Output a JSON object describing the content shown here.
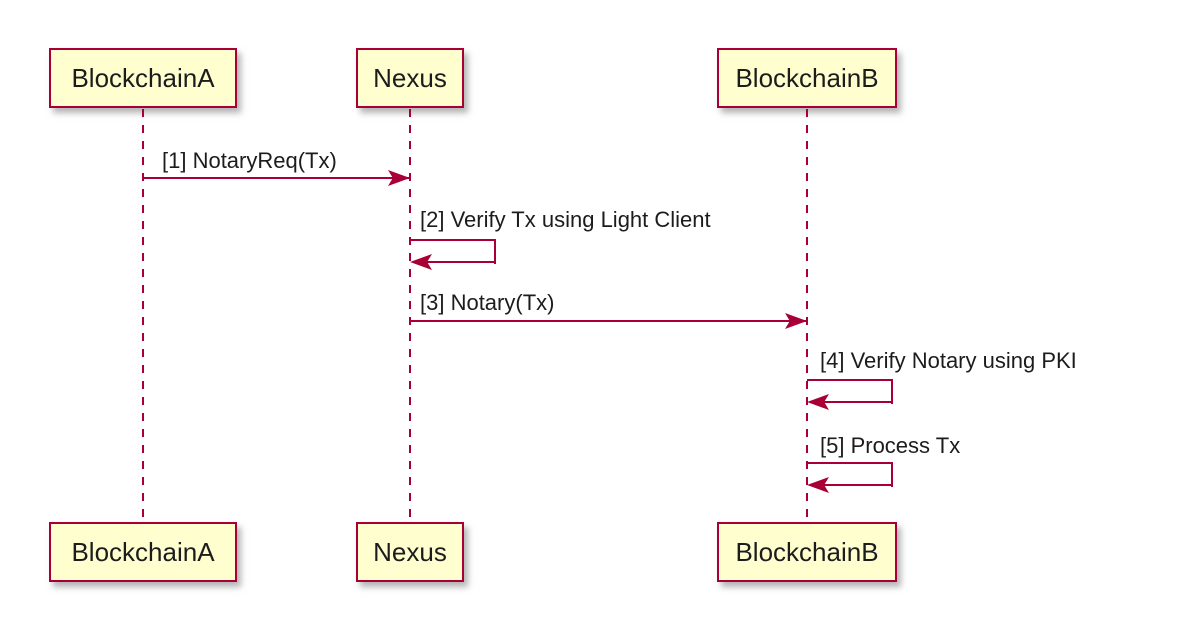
{
  "diagram": {
    "kind": "sequence-diagram",
    "participants": [
      {
        "name": "BlockchainA"
      },
      {
        "name": "Nexus"
      },
      {
        "name": "BlockchainB"
      }
    ],
    "messages": [
      {
        "seq": "1",
        "from": "BlockchainA",
        "to": "Nexus",
        "label": "[1] NotaryReq(Tx)",
        "style": "solid-arrow"
      },
      {
        "seq": "2",
        "from": "Nexus",
        "to": "Nexus",
        "label": "[2] Verify Tx using Light Client",
        "style": "self-arrow"
      },
      {
        "seq": "3",
        "from": "Nexus",
        "to": "BlockchainB",
        "label": "[3] Notary(Tx)",
        "style": "solid-arrow"
      },
      {
        "seq": "4",
        "from": "BlockchainB",
        "to": "BlockchainB",
        "label": "[4] Verify Notary using PKI",
        "style": "self-arrow"
      },
      {
        "seq": "5",
        "from": "BlockchainB",
        "to": "BlockchainB",
        "label": "[5] Process Tx",
        "style": "self-arrow"
      }
    ],
    "colors": {
      "participant_fill": "#FEFECE",
      "participant_border": "#A80036",
      "line": "#A80036",
      "text": "#1C1C1C",
      "background": "#FFFFFF"
    }
  }
}
